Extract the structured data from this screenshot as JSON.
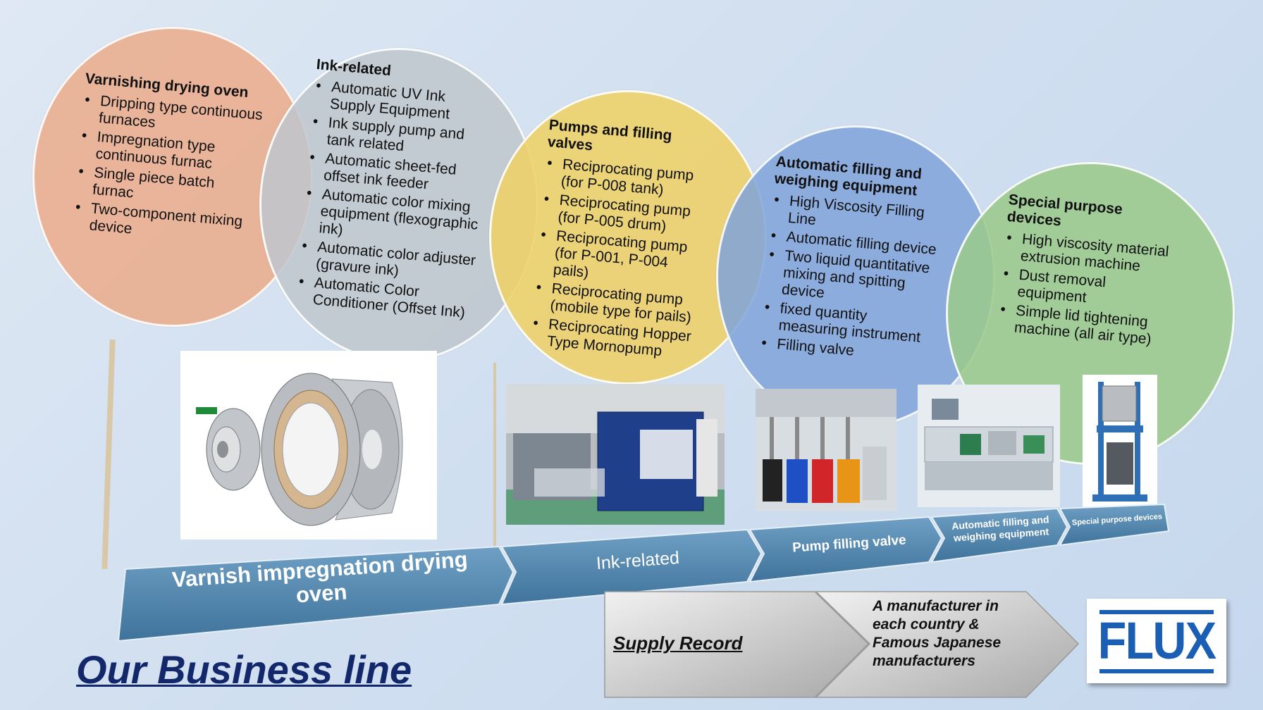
{
  "circles": [
    {
      "title": "Varnishing drying oven",
      "items": [
        "Dripping type continuous furnaces",
        "Impregnation type continuous furnac",
        "Single piece batch furnac",
        "Two-component mixing device"
      ],
      "color": "#ebb79a"
    },
    {
      "title": "Ink-related",
      "items": [
        "Automatic UV Ink Supply Equipment",
        "Ink supply pump and tank related",
        "Automatic sheet-fed offset ink feeder",
        "Automatic color mixing equipment (flexographic ink)",
        "Automatic color adjuster (gravure ink)",
        "Automatic Color Conditioner (Offset Ink)"
      ],
      "color": "#c6ccd3"
    },
    {
      "title": "Pumps and filling valves",
      "items": [
        "Reciprocating pump (for P-008 tank)",
        "Reciprocating pump (for P-005 drum)",
        "Reciprocating pump (for P-001, P-004 pails)",
        "Reciprocating pump (mobile type for pails)",
        "Reciprocating Hopper Type Mornopump"
      ],
      "color": "#ecd273"
    },
    {
      "title": "Automatic filling and weighing equipment",
      "items": [
        "High Viscosity Filling Line",
        "Automatic filling device",
        "Two liquid quantitative mixing and spitting device",
        "fixed quantity measuring instrument",
        "Filling valve"
      ],
      "color": "#8eaedf"
    },
    {
      "title": "Special purpose devices",
      "items": [
        "High viscosity material extrusion machine",
        "Dust removal equipment",
        "Simple lid tightening machine (all air type)"
      ],
      "color": "#a7cf98"
    }
  ],
  "timeline": [
    "Varnish impregnation drying oven",
    "Ink-related",
    "Pump filling valve",
    "Automatic filling and weighing equipment",
    "Special purpose devices"
  ],
  "supply": {
    "label": "Supply Record",
    "description": "A manufacturer in each country & Famous Japanese manufacturers"
  },
  "page_title": "Our Business line",
  "logo": "FLUX",
  "colors": {
    "accent": "#1a5fb4",
    "band": "#4f86ad",
    "title": "#12286b"
  }
}
